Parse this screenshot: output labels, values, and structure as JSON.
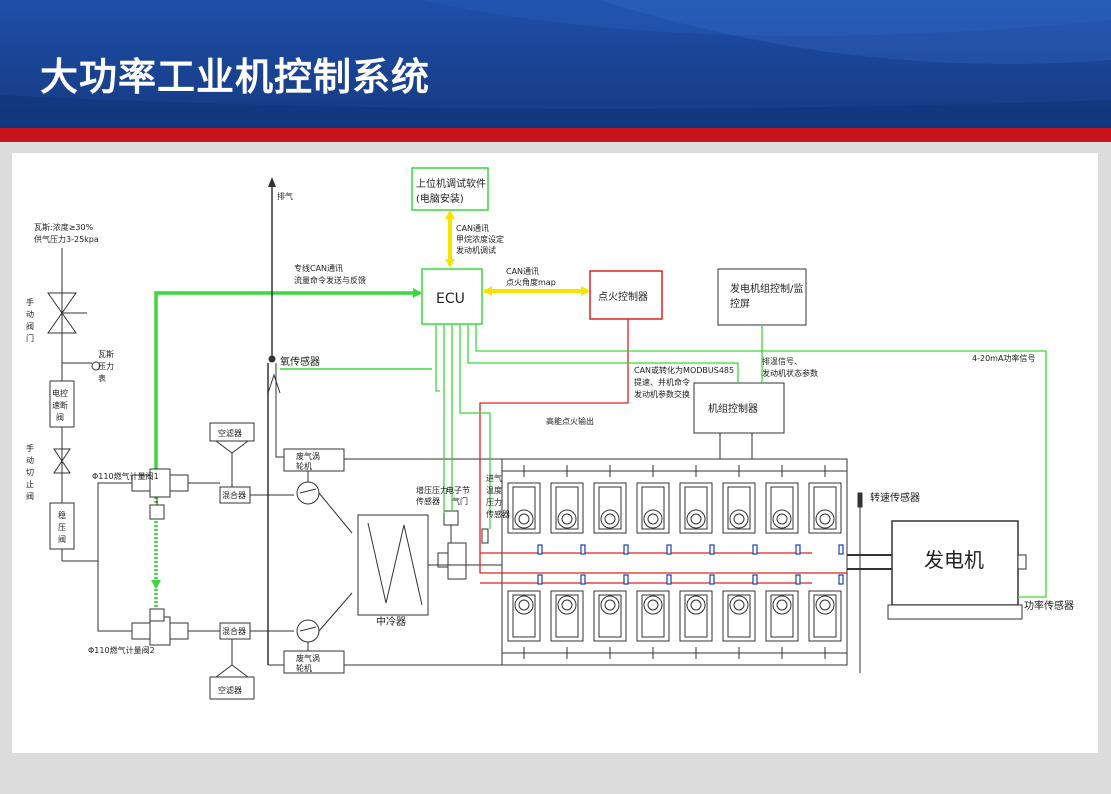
{
  "page": {
    "title": "大功率工业机控制系统"
  },
  "diagram": {
    "upper_software": "上位机调试软件",
    "upper_software_note": "(电脑安装)",
    "can_pc_1": "CAN通讯",
    "can_pc_2": "甲烷浓度设定",
    "can_pc_3": "发动机调试",
    "ecu": "ECU",
    "can_ign_1": "CAN通讯",
    "can_ign_2": "点火角度map",
    "ignition_controller": "点火控制器",
    "genset_panel_1": "发电机组控制/监",
    "genset_panel_2": "控屏",
    "exhaust": "排气",
    "gas_1": "瓦斯:浓度≥30%",
    "gas_2": "供气压力3-25kpa",
    "dedicated_can_1": "专线CAN通讯",
    "dedicated_can_2": "流量命令发送与反馈",
    "manual_valve": [
      "手",
      "动",
      "阀",
      "门"
    ],
    "gas_gauge": [
      "瓦斯",
      "压力",
      "表"
    ],
    "elec_shutoff": [
      "电控",
      "速断",
      "阀"
    ],
    "manual_cut": [
      "手",
      "动",
      "切",
      "止",
      "阀"
    ],
    "regulator": [
      "稳",
      "压",
      "阀"
    ],
    "oxygen_sensor": "氧传感器",
    "exhaust_temp_1": "排温信号、",
    "exhaust_temp_2": "发动机状态参数",
    "power_signal": "4-20mA功率信号",
    "can_modbus_1": "CAN或转化为MODBUS485",
    "can_modbus_2": "提速、并机命令",
    "can_modbus_3": "发动机参数交换",
    "unit_controller": "机组控制器",
    "hv_ignition": "高能点火输出",
    "air_filter": "空滤器",
    "mixer": "混合器",
    "turbo": [
      "废气涡",
      "轮机"
    ],
    "meter_valve_1": "Φ110燃气计量阀1",
    "meter_valve_2": "Φ110燃气计量阀2",
    "boost_sensor": [
      "增压压力",
      "传感器"
    ],
    "throttle": [
      "电子节",
      "气门"
    ],
    "intake_sensor": [
      "进气",
      "温度",
      "压力",
      "传感器"
    ],
    "speed_sensor": "转速传感器",
    "generator": "发电机",
    "intercooler": "中冷器",
    "power_sensor": "功率传感器"
  },
  "colors": {
    "banner": "#1a4596",
    "accent_red": "#c8151b",
    "signal_green": "#3ad83a",
    "ignition_red": "#e02020",
    "can_yellow": "#f5e400"
  }
}
